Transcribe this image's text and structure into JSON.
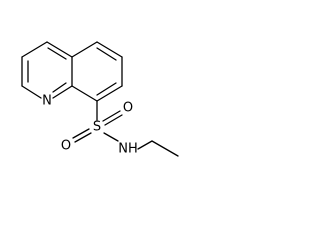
{
  "structure": {
    "atoms": {
      "ring_nitrogen": "N",
      "sulfur": "S",
      "oxygen_upper": "O",
      "oxygen_lower": "O",
      "amide_nitrogen": "NH"
    }
  }
}
